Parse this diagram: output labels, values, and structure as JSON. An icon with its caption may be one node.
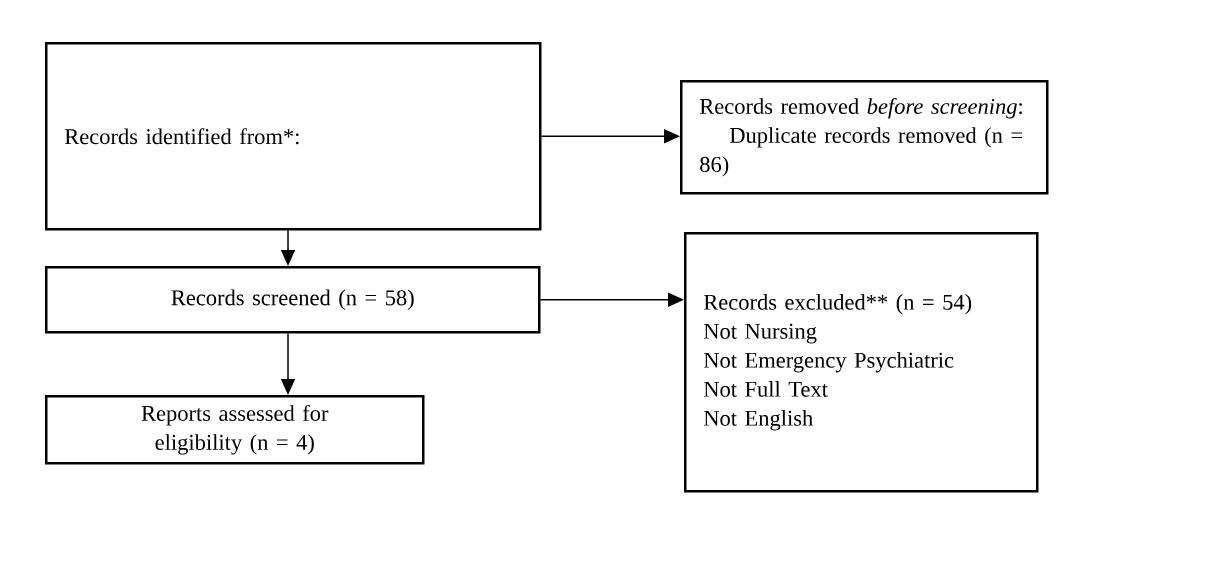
{
  "diagram": {
    "nodes": [
      {
        "text": [
          "Records identified from*:"
        ]
      },
      {
        "text": [
          "Records removed *before screening*:",
          "Duplicate records removed (n = 86)"
        ]
      },
      {
        "text": [
          "Records screened (n = 58)"
        ]
      },
      {
        "text": [
          "Records excluded** (n = 54)",
          "Not Nursing",
          "Not Emergency Psychiatric",
          "Not Full Text",
          "Not English"
        ]
      },
      {
        "text": [
          "Reports assessed for eligibility (n = 4)"
        ]
      }
    ],
    "edges": [
      {
        "from": 0,
        "to": 1,
        "arrow": "to"
      },
      {
        "from": 0,
        "to": 2,
        "arrow": "to"
      },
      {
        "from": 2,
        "to": 3,
        "arrow": "to"
      },
      {
        "from": 2,
        "to": 4,
        "arrow": "to"
      }
    ]
  }
}
